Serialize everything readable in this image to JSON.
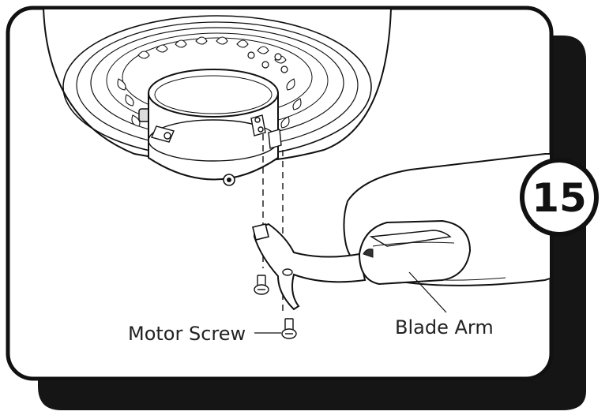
{
  "step": {
    "number": "15"
  },
  "labels": {
    "motor_screw": "Motor Screw",
    "blade_arm": "Blade Arm"
  },
  "colors": {
    "ink": "#111111",
    "shadow": "#151515",
    "paper": "#ffffff"
  }
}
